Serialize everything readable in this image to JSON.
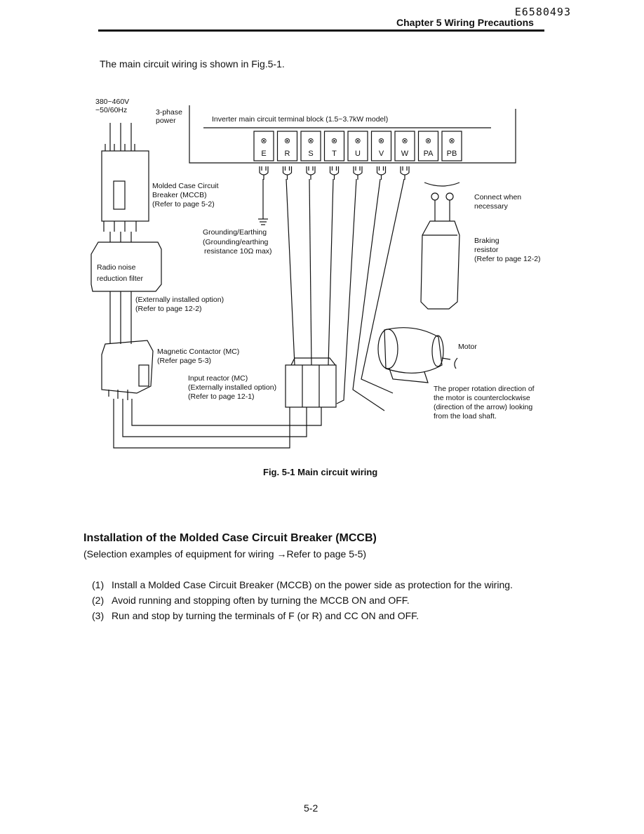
{
  "header": {
    "doc_id": "E6580493",
    "chapter": "Chapter 5  Wiring Precautions"
  },
  "intro": "The main circuit wiring is shown in Fig.5-1.",
  "figure": {
    "power_voltage": "380~460V",
    "power_freq": "−50/60Hz",
    "phase_line1": "3-phase",
    "phase_line2": "power",
    "terminal_block": "Inverter main circuit terminal block (1.5~3.7kW model)",
    "terminals": [
      "E",
      "R",
      "S",
      "T",
      "U",
      "V",
      "W",
      "PA",
      "PB"
    ],
    "mccb": [
      "Molded Case Circuit",
      "Breaker (MCCB)",
      "(Refer to page 5-2)"
    ],
    "grounding": [
      "Grounding/Earthing",
      "(Grounding/earthing",
      "resistance 10Ω  max)"
    ],
    "noise_filter": [
      "Radio noise",
      "reduction filter"
    ],
    "noise_note": [
      "(Externally installed option)",
      "(Refer to page 12-2)"
    ],
    "mc": [
      "Magnetic Contactor (MC)",
      "(Refer page 5-3)"
    ],
    "reactor": [
      "Input reactor (MC)",
      "(Externally installed option)",
      "(Refer to page 12-1)"
    ],
    "connect": [
      "Connect when",
      "necessary"
    ],
    "braking": [
      "Braking",
      "resistor",
      "(Refer to page 12-2)"
    ],
    "motor": "Motor",
    "rotation": [
      "The proper rotation direction of",
      "the motor is counterclockwise",
      "(direction of the arrow) looking",
      "from the load shaft."
    ],
    "caption": "Fig. 5-1  Main circuit wiring"
  },
  "section": {
    "title": "Installation of the Molded Case Circuit Breaker (MCCB)",
    "subtitle": "(Selection examples of equipment for wiring →Refer to page 5-5)",
    "steps": [
      {
        "num": "(1)",
        "text": "Install a Molded Case Circuit Breaker (MCCB) on the power side as protection for the wiring."
      },
      {
        "num": "(2)",
        "text": "Avoid running and stopping often by turning the MCCB ON and OFF."
      },
      {
        "num": "(3)",
        "text": "Run and stop by turning the terminals of F (or R) and CC ON and OFF."
      }
    ]
  },
  "page_number": "5-2"
}
